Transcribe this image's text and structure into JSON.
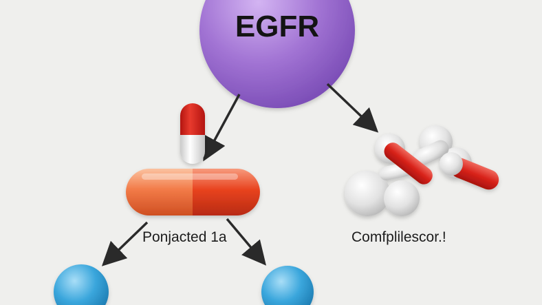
{
  "nodes": {
    "receptor": {
      "label": "EGFR",
      "color": "#a274d4"
    },
    "left_product": {
      "label": "Ponjacted 1a"
    },
    "right_product": {
      "label": "Comfplilescor.!"
    }
  },
  "colors": {
    "capsule_orange": "#f0703f",
    "capsule_red": "#e63a1e",
    "pill_red": "#d8221a",
    "molecule_white": "#e6e6e6",
    "molecule_red": "#de2a24",
    "sphere_blue": "#3aa6dc",
    "arrow": "#2a2a2a"
  },
  "icons": [
    "capsule-icon",
    "pill-icon",
    "molecule-icon",
    "sphere-icon"
  ]
}
